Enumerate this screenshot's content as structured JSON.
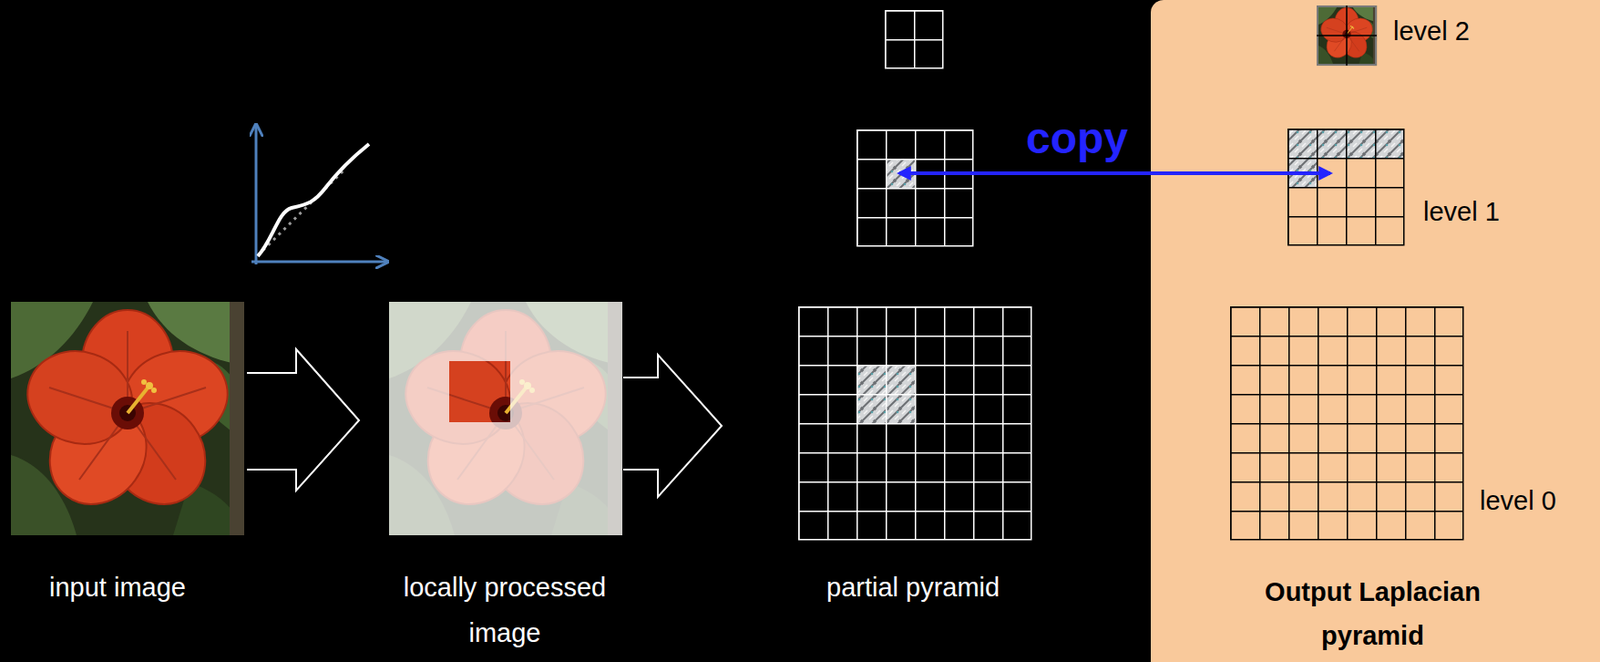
{
  "diagram": {
    "nodes": [
      {
        "text": [
          "level 2",
          "level 1",
          "level 0",
          "Output Laplacian pyramid"
        ]
      }
    ],
    "labels": [
      "copy",
      "input image",
      "locally processed image",
      "partial pyramid"
    ]
  }
}
